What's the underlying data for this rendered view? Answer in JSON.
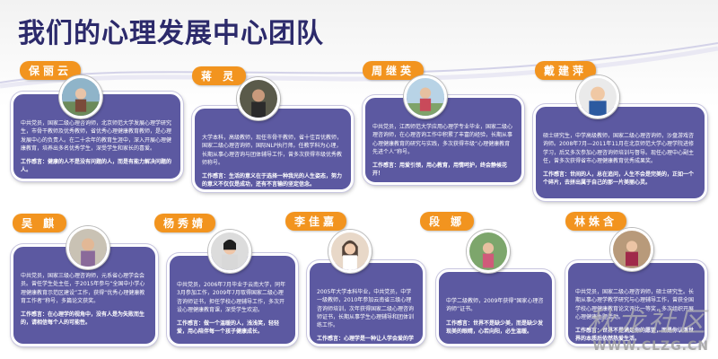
{
  "page": {
    "title": "我们的心理发展中心团队"
  },
  "members": [
    {
      "name": "保丽云",
      "bio": "中共党员，国家二级心理咨询师，北京师范大学发展心理学研究生，市骨干教师及优秀教师，省优秀心理健康教育教师，是心理发展中心的负责人。在二十余年的教育生涯中，深入开展心理健康教育，培养出多名优秀学生，深受学生和家长的喜爱。",
      "motto_label": "工作感言：",
      "motto": "健康的人不是没有问题的人，而是有能力解决问题的人。"
    },
    {
      "name": "蒋 灵",
      "bio": "大学本科，高级教师，现任市骨干教师，省十佳百优教师，国家二级心理咨询师，国际NLP执行师。任教学科为心理，长期从事心理咨询与团体辅导工作，曾多次获得市级优秀教师称号。",
      "motto_label": "工作感言：",
      "motto": "生活的意义在于选择一种我光的人生姿态，努力的意义不仅仅是成功，还有不言输的坚定信念。"
    },
    {
      "name": "周继英",
      "bio": "中共党员，江西师范大学应用心理学专业毕业，国家二级心理咨询师，在心理咨询工作中积累了丰富的经验，长期从事心理健康教育的研究与实践，多次获得市级“心理健康教育先进个人”称号。",
      "motto_label": "工作感言：",
      "motto": "用爱引领，用心教育，用情呵护，终会静候花开！"
    },
    {
      "name": "戴建萍",
      "bio": "硕士研究生，中学高级教师，国家二级心理咨询师，沙盘游戏咨询师。2008年7月—2011年11月在北京师范大学心理学院进修学习，后又多次参加心理咨询师培训与督导。现任心理中心副主任，曾多次获得省市心理健康教育优秀成果奖。",
      "motto_label": "工作感言：",
      "motto": "世间的人，总在追问，人生不会是完美的，正如一个个碎片，去拼出属于自己的那一片美丽心灵。"
    },
    {
      "name": "吴 麒",
      "bio": "中共党员，国家三级心理咨询师，元系省心理学会会员。曾任学生处主任，于2015年参与“全国中小学心理健康教育示范区建设”工作，获得“优秀心理健康教育工作者”称号，多篇论文获奖。",
      "motto_label": "工作感言：",
      "motto": "在心理学的视角中，没有人是为失败而生的，请相信每个人的可能性。"
    },
    {
      "name": "杨秀婧",
      "bio": "中共党员，2006年7月毕业于云南大学，同年3月参加工作，2009年7月取得国家二级心理咨询师证书，担任学校心理辅导工作，多次开设心理健康教育课，深受学生欢迎。",
      "motto_label": "工作感言：",
      "motto": "做一个温暖的人，浅浅笑，轻轻爱，用心陪伴每一个孩子健康成长。"
    },
    {
      "name": "李佳嘉",
      "bio": "2005年大学本科毕业，中共党员，中学一级教师，2010年参加云南省三级心理咨询师培训，次年获得国家二级心理咨询师证书，长期从事学生心理辅导和团体训练工作。",
      "motto_label": "工作感言：",
      "motto": "心理学是一种让人学会爱的学问，一个人只有懂得爱自己，才能更好地爱别人、爱生活。"
    },
    {
      "name": "段 娜",
      "bio": "中学二级教师，2009年获得“国家心理咨询师”证书。",
      "motto_label": "工作感言：",
      "motto": "世界不是缺少美，而是缺少发现美的眼睛，心若向阳，必生温暖。"
    },
    {
      "name": "林姝含",
      "bio": "中共党员，国家二级心理咨询师，硕士研究生。长期从事心理学教学研究与心理辅导工作，曾获全国学校心理健康教育论文评比一等奖，多次组织开展心理健康主题活动。",
      "motto_label": "工作感言：",
      "motto": "世界不是满足你的愿望，而是你认清世界的本质后依然热爱生活。"
    }
  ],
  "watermark": {
    "brand": "秋龙社区",
    "url": "WWW.CLZG.CN"
  },
  "colors": {
    "title": "#2c2a6b",
    "card": "#5c59a1",
    "tag": "#f2941f"
  }
}
